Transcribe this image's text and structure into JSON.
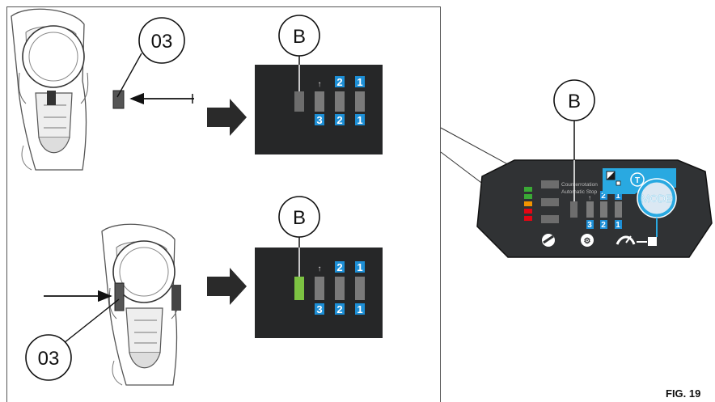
{
  "figure": {
    "label": "FIG. 19"
  },
  "callouts": {
    "part_03": "03",
    "indicator_b": "B"
  },
  "control_panel": {
    "line1": "Counterrotation",
    "line2": "Automatic Stop",
    "mode_button": "MODE",
    "level_top": [
      "↑",
      "2",
      "1"
    ],
    "level_bottom": [
      "3",
      "2",
      "1"
    ]
  },
  "panel_states": [
    {
      "indicator": "off",
      "indicator_color": "#6d6d6d"
    },
    {
      "indicator": "on",
      "indicator_color": "#7cc242"
    }
  ],
  "colors": {
    "display_bg": "#262728",
    "panel_bg": "#303234",
    "number_blue": "#1d8fd6",
    "mode_blue": "#29a9e1",
    "led_green": "#3aa935",
    "led_orange": "#f29400",
    "led_red": "#e30613",
    "arrow_dark": "#2a2a2a"
  }
}
